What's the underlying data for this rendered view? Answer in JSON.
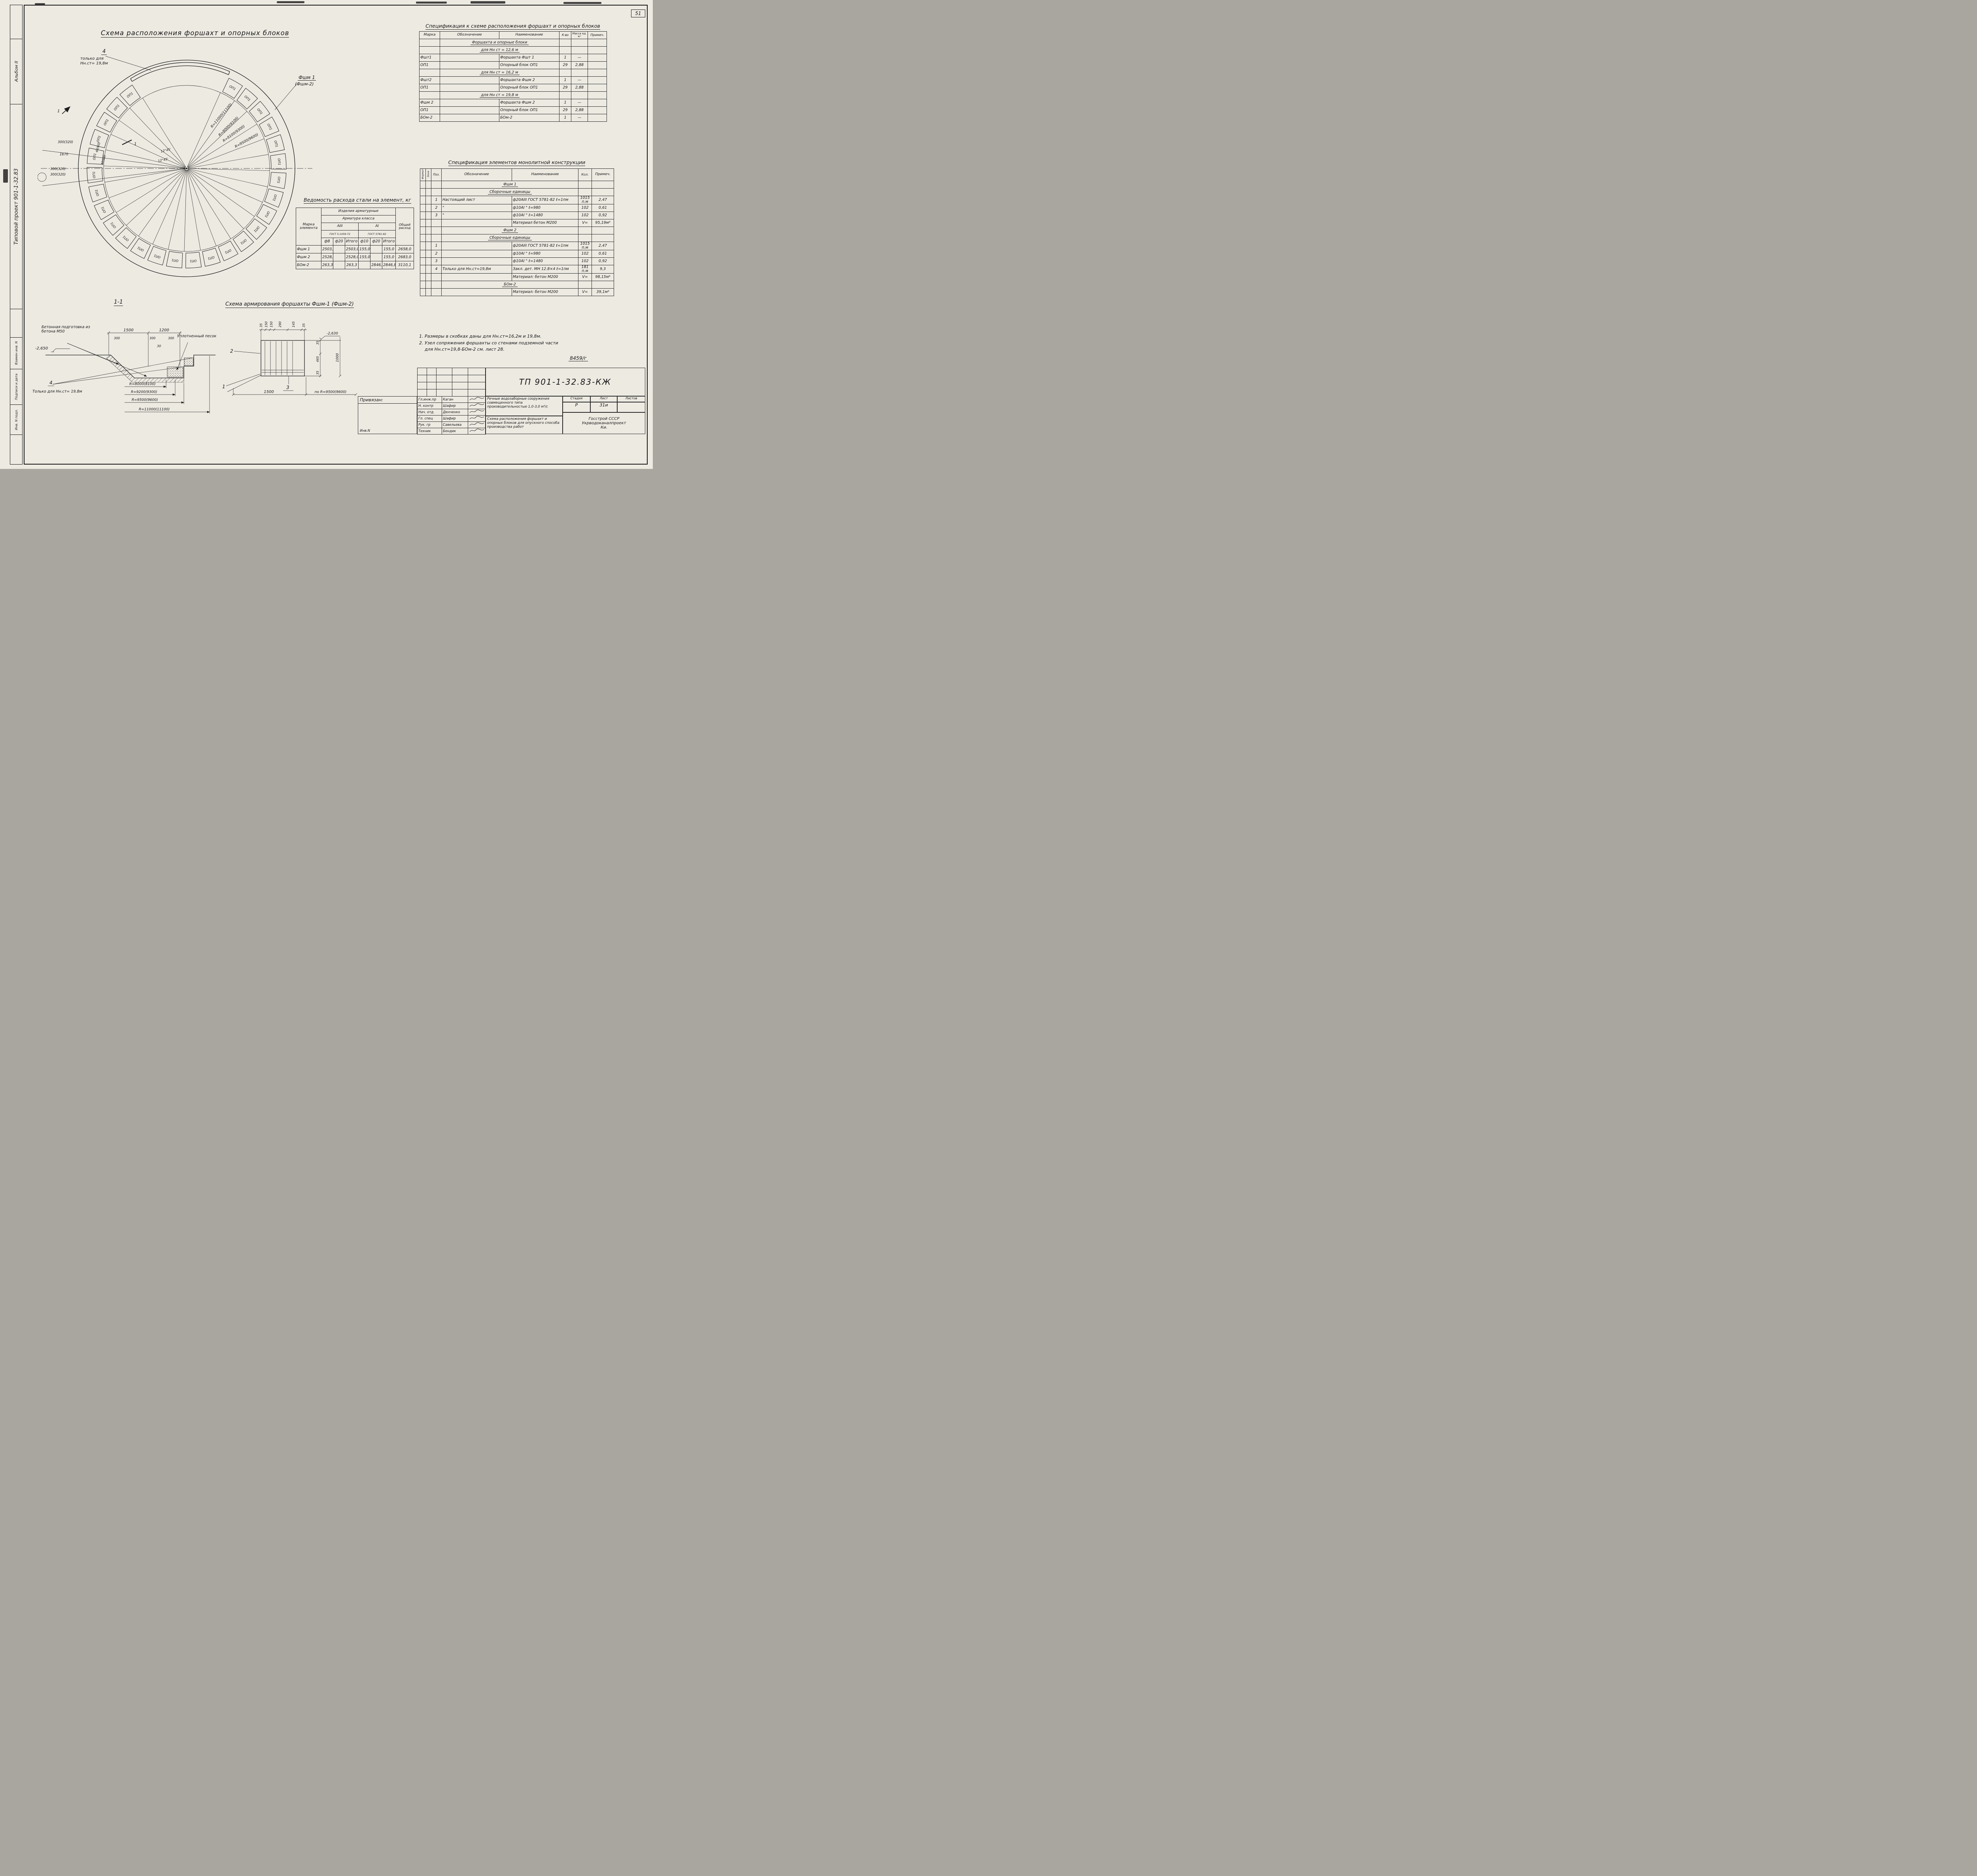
{
  "page": {
    "sheet_number": "51",
    "doc_ref": "8459/г"
  },
  "side_strip": {
    "album": "Альбом II",
    "project": "Типовой проект 901-1-32.83",
    "vzamen": "Взамен инв. N",
    "podpisi": "Подписи и дата",
    "inv_podl": "Инв. N подл."
  },
  "layout_diagram": {
    "title": "Схема расположения форшахт и опорных блоков",
    "block_label": "ОП1",
    "block_count": 27,
    "item4_num": "4",
    "item4_note": "только для Нн.ст= 19,8м",
    "callout_mark": "Фшм 1",
    "callout_mark2": "(Фшм-2)",
    "radii": [
      "R=11000(11100)",
      "R=8000(8100)",
      "R=9100(9300)",
      "R=9500(9600)"
    ],
    "angle1": "12°45'",
    "angle2": "12°45'",
    "dims_left": [
      "300(320)",
      "1670",
      "300(320)",
      "300(320)"
    ],
    "small_dims": [
      "40(60)",
      "40(60)"
    ],
    "section_mark": "1"
  },
  "spec_blocks": {
    "title": "Спецификация к схеме расположения форшахт и опорных блоков",
    "headers": [
      "Марка",
      "Обозначение",
      "Наименование",
      "К-во",
      "Масса ед. кг",
      "Примеч."
    ],
    "rows": [
      {
        "type": "span",
        "text": "Форшахта и опорные блоки"
      },
      {
        "type": "span",
        "text": "для Нн ст = 12,6 м"
      },
      {
        "type": "data",
        "cells": [
          "Фшт1",
          "",
          "Форшахта Фшт 1",
          "1",
          "—",
          ""
        ]
      },
      {
        "type": "data",
        "cells": [
          "ОП1",
          "",
          "Опорный блок ОП1",
          "29",
          "2,88",
          ""
        ]
      },
      {
        "type": "span",
        "text": "для Нн ст = 16,2 м"
      },
      {
        "type": "data",
        "cells": [
          "Фшт2",
          "",
          "Форшахта Фшм 2",
          "1",
          "—",
          ""
        ]
      },
      {
        "type": "data",
        "cells": [
          "ОП1",
          "",
          "Опорный блок ОП1",
          "29",
          "2,88",
          ""
        ]
      },
      {
        "type": "span",
        "text": "для Нн ст = 19,8 м"
      },
      {
        "type": "data",
        "cells": [
          "Фшм 2",
          "",
          "Форшахта Фшм 2",
          "1",
          "—",
          ""
        ]
      },
      {
        "type": "data",
        "cells": [
          "ОП1",
          "",
          "Опорный блок ОП1",
          "29",
          "2,88",
          ""
        ]
      },
      {
        "type": "data",
        "cells": [
          "БОм-2",
          "",
          "БОм-2",
          "1",
          "—",
          ""
        ]
      }
    ]
  },
  "spec_monolith": {
    "title": "Спецификация элементов монолитной конструкции",
    "headers": [
      "Формат",
      "Зона",
      "Поз.",
      "Обозначение",
      "Наименование",
      "Кол.",
      "Примеч."
    ],
    "rows": [
      {
        "type": "span",
        "text": "Фшм 1"
      },
      {
        "type": "span",
        "text": "Сборочные единицы"
      },
      {
        "type": "data",
        "cells": [
          "1",
          "Настоящий лист",
          "ф20АIII ГОСТ 5781-82  ℓ=1пм",
          "1015 п.м",
          "2,47"
        ]
      },
      {
        "type": "data",
        "cells": [
          "2",
          "\"",
          "ф10АI  \"  ℓ=980",
          "102",
          "0,61"
        ]
      },
      {
        "type": "data",
        "cells": [
          "3",
          "\"",
          "ф10АI  \"  ℓ=1480",
          "102",
          "0,92"
        ]
      },
      {
        "type": "data",
        "cells": [
          "",
          "",
          "Материал бетон М200",
          "V=",
          "95,19м³"
        ]
      },
      {
        "type": "span",
        "text": "Фшм 2"
      },
      {
        "type": "span",
        "text": "Сборочные единицы"
      },
      {
        "type": "data",
        "cells": [
          "1",
          "",
          "ф20АIII ГОСТ 5781-82  ℓ=1пм",
          "1015 п.м",
          "2,47"
        ]
      },
      {
        "type": "data",
        "cells": [
          "2",
          "",
          "ф10АI  \"  ℓ=980",
          "102",
          "0,61"
        ]
      },
      {
        "type": "data",
        "cells": [
          "3",
          "",
          "ф10АI  \"  ℓ=1480",
          "102",
          "0,92"
        ]
      },
      {
        "type": "data",
        "cells": [
          "4",
          "Только для Нн.ст=19,8м",
          "Закл. дет. МН 12.8×4  ℓ=1пм",
          "181 п.м",
          "9,3"
        ]
      },
      {
        "type": "data",
        "cells": [
          "",
          "",
          "Материал: бетон М200",
          "V=",
          "98,15м³"
        ]
      },
      {
        "type": "span",
        "text": "БОм-2"
      },
      {
        "type": "data",
        "cells": [
          "",
          "",
          "Материал: бетон М200",
          "V=",
          "39,1м³"
        ]
      }
    ]
  },
  "steel_table": {
    "title": "Ведомость расхода стали на элемент, кг",
    "col_marka": "Марка элемента",
    "group": "Изделия арматурные",
    "subgroup": "Арматура класса",
    "class1": "АIII",
    "class2": "АI",
    "gost1": "ГОСТ 5.1459-72",
    "gost2": "ГОСТ 5781-82",
    "dia_headers": [
      "ф8",
      "ф20",
      "Итого",
      "ф10",
      "ф20",
      "Итого"
    ],
    "col_total": "Общий расход",
    "rows": [
      {
        "marka": "Фшм 1",
        "cells": [
          "2503,0",
          "",
          "2503,0",
          "155,0",
          "",
          "155,0"
        ],
        "total": "2658,0"
      },
      {
        "marka": "Фшм 2",
        "cells": [
          "2528,0",
          "",
          "2528,0",
          "155,0",
          "",
          "155,0"
        ],
        "total": "2683,0"
      },
      {
        "marka": "БОм-2",
        "cells": [
          "263,3",
          "",
          "263,3",
          "",
          "2846,8",
          "2846,8"
        ],
        "total": "3110,1"
      }
    ]
  },
  "section": {
    "title": "1-1",
    "concrete_label": "Бетонная подготовка из бетона М50",
    "sand_label": "Уплотненный песок",
    "level": "-2,650",
    "dims_top": [
      "1500",
      "1200"
    ],
    "dims_small": [
      "300",
      "300",
      "300",
      "30"
    ],
    "item4_num": "4",
    "item4_note": "Только для Нн.ст= 19,8м",
    "radii": [
      "R=8000(8100)",
      "R=9200(9300)",
      "R=9500(9600)",
      "R=11000(11100)"
    ]
  },
  "rebar": {
    "title": "Схема армирования форшахты Фшм-1 (Фшм-2)",
    "dims_top": [
      "35",
      "150",
      "150",
      "290",
      "145",
      "35"
    ],
    "level": "-2,630",
    "dims_right": [
      "35",
      "465",
      "35",
      "1000"
    ],
    "dim_bottom1": "1500",
    "dim_bottom2": "по R=9500(9600)",
    "marks": [
      "1",
      "2",
      "3"
    ]
  },
  "notes": {
    "lines": [
      "1. Размеры в скобках даны для Нн.ст=16,2м и 19,8м.",
      "2. Узел сопряжения форшахты со стенами подземной части",
      "для Нн.ст=19,8-БОм-2 см. лист 28."
    ]
  },
  "title_block": {
    "doc_number": "ТП 901-1-32.83-КЖ",
    "privyazan": "Привязан:",
    "inv_label": "Инв.N",
    "roles": [
      {
        "role": "Гл.инж.пр",
        "name": "Каган"
      },
      {
        "role": "Н. контр",
        "name": "Шафир"
      },
      {
        "role": "Нач. отд.",
        "name": "Денченко"
      },
      {
        "role": "Гл. спец",
        "name": "Шафир"
      },
      {
        "role": "Рук. гр",
        "name": "Савельева"
      },
      {
        "role": "Техник",
        "name": "Бендик"
      }
    ],
    "description1": "Речные водозаборные сооружения совмещенного типа производительностью 1,0-3,0 м³/с",
    "description2": "Схема расположения форшахт и опорных блоков для опускного способа производства работ",
    "stage_label": "Стадия",
    "sheet_label": "Лист",
    "sheets_label": "Листов",
    "stage": "Р",
    "sheet": "31и",
    "sheets": "",
    "org1": "Госстрой СССР",
    "org2": "Укрводоканалпроект",
    "org3": "Ки."
  }
}
